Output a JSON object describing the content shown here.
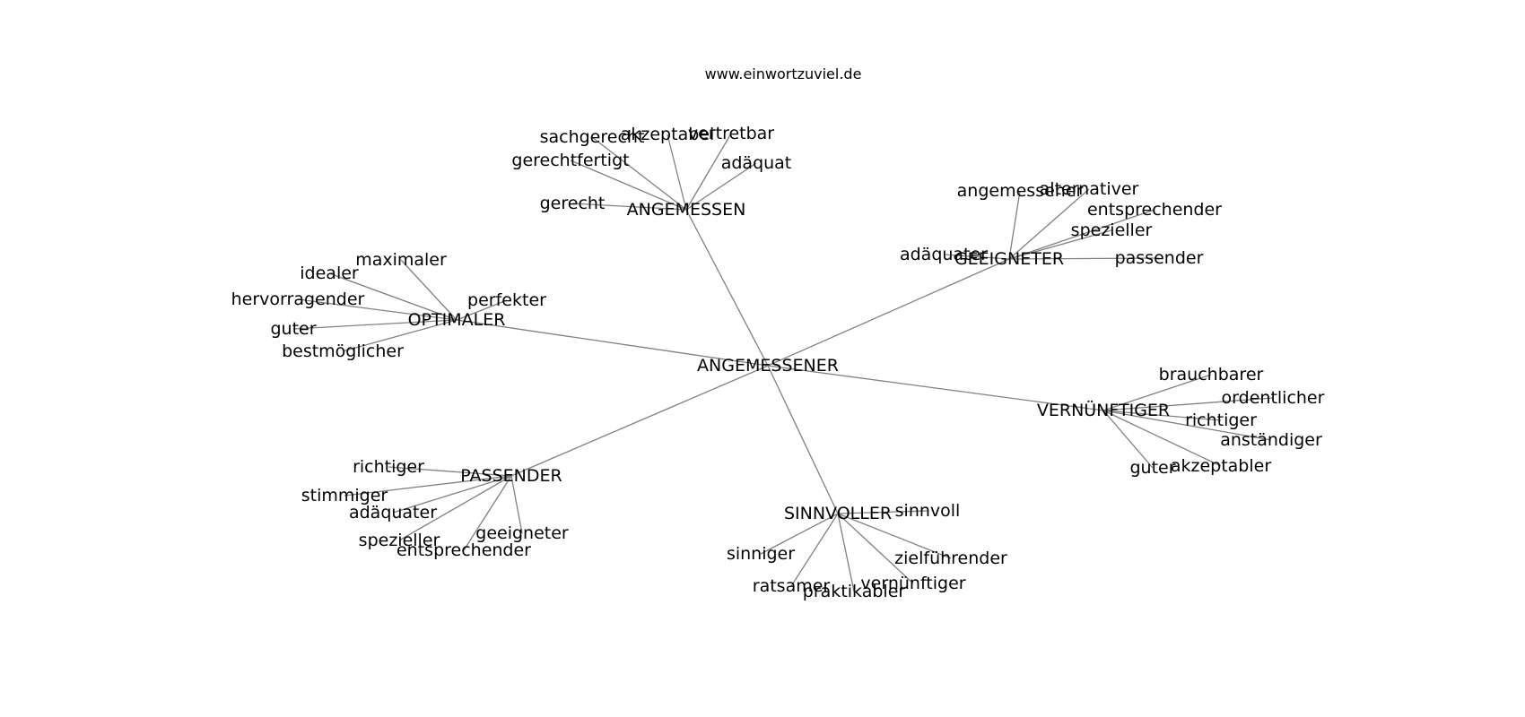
{
  "site_label": "www.einwortzuviel.de",
  "root": "ANGEMESSENER",
  "hubs": [
    {
      "label": "ANGEMESSEN",
      "leaves": [
        "sachgerecht",
        "akzeptabel",
        "vertretbar",
        "gerechtfertigt",
        "adäquat",
        "gerecht"
      ]
    },
    {
      "label": "GEEIGNETER",
      "leaves": [
        "angemessener",
        "alternativer",
        "entsprechender",
        "spezieller",
        "adäquater",
        "passender"
      ]
    },
    {
      "label": "OPTIMALER",
      "leaves": [
        "maximaler",
        "idealer",
        "hervorragender",
        "perfekter",
        "guter",
        "bestmöglicher"
      ]
    },
    {
      "label": "VERNÜNFTIGER",
      "leaves": [
        "brauchbarer",
        "ordentlicher",
        "richtiger",
        "anständiger",
        "guter",
        "akzeptabler"
      ]
    },
    {
      "label": "PASSENDER",
      "leaves": [
        "richtiger",
        "stimmiger",
        "adäquater",
        "spezieller",
        "geeigneter",
        "entsprechender"
      ]
    },
    {
      "label": "SINNVOLLER",
      "leaves": [
        "sinnvoll",
        "sinniger",
        "zielführender",
        "vernünftiger",
        "ratsamer",
        "praktikabler"
      ]
    }
  ]
}
